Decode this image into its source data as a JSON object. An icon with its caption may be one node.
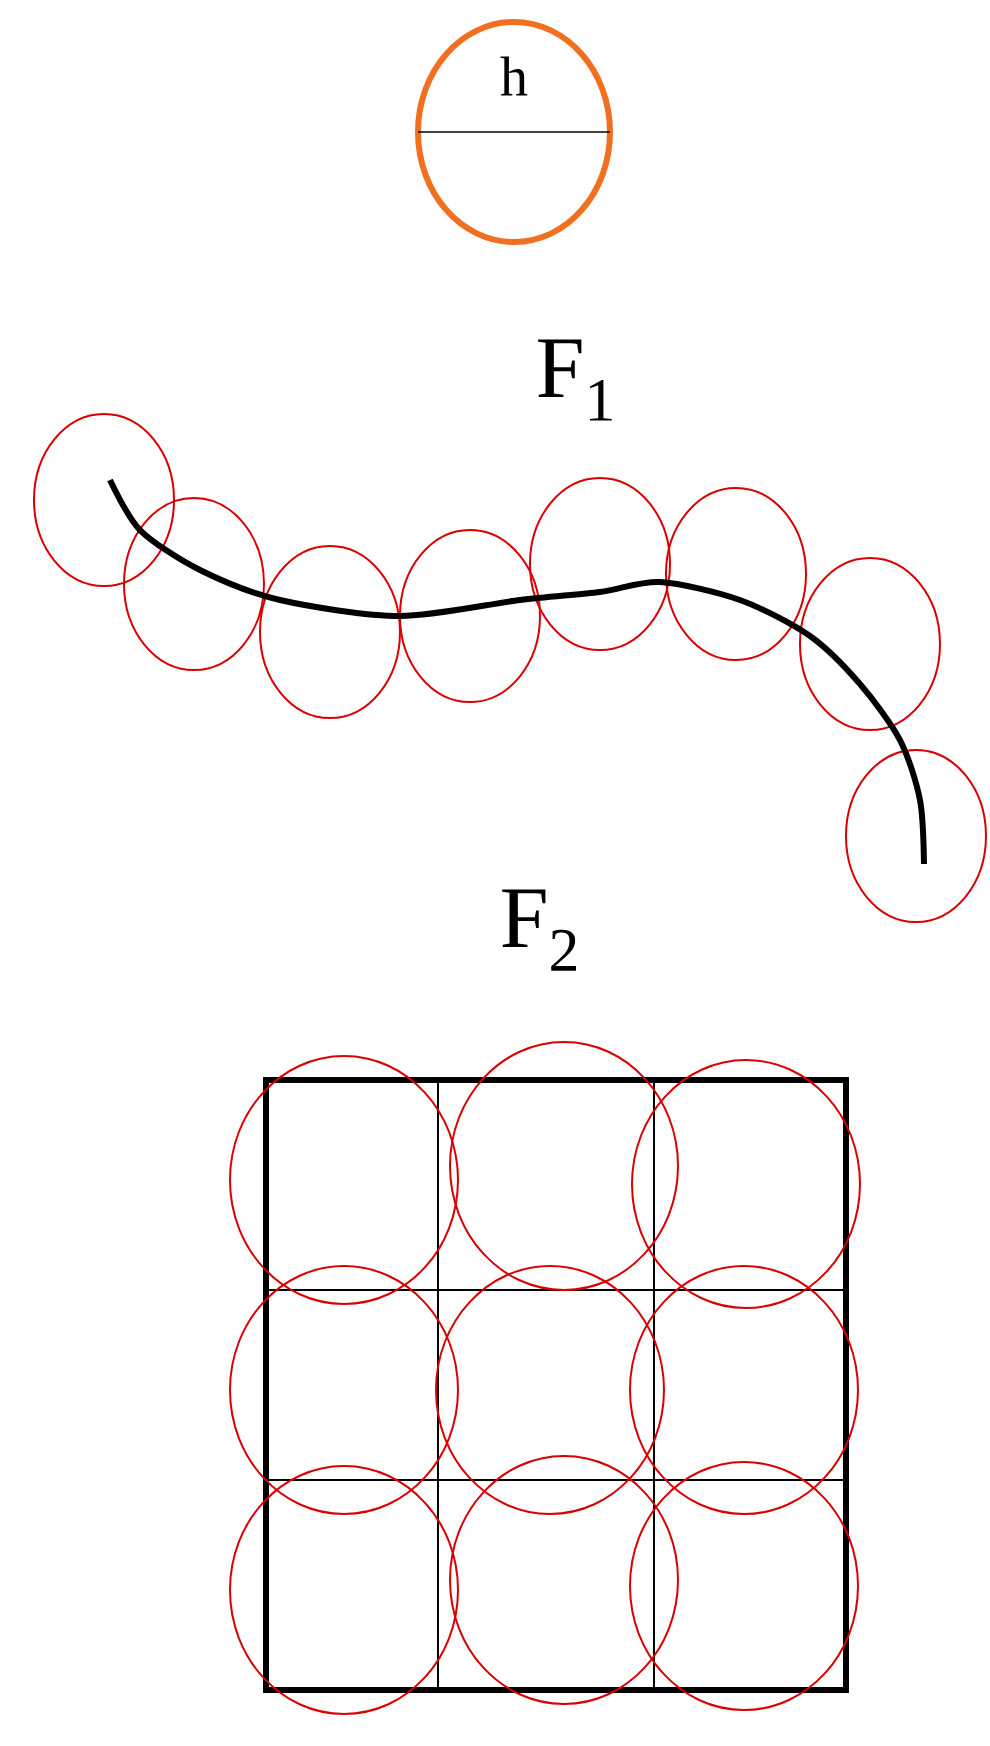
{
  "diagram": {
    "labels": [
      "h",
      "F$_{1}$",
      "F$_{2}$"
    ]
  }
}
